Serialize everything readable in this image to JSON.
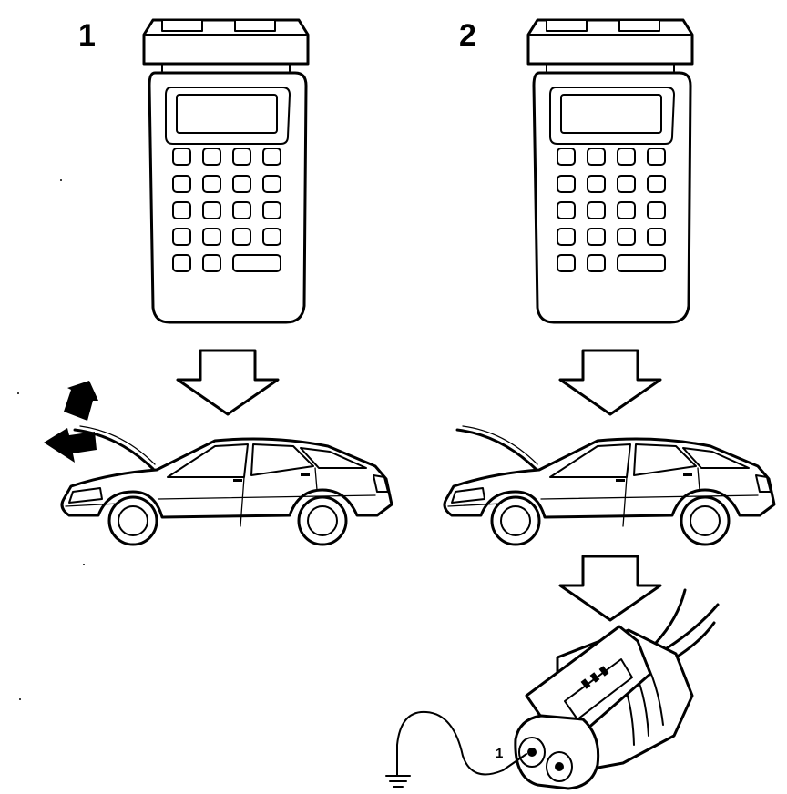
{
  "steps": [
    {
      "number": "1"
    },
    {
      "number": "2"
    }
  ],
  "connector": {
    "pin_label": "1"
  },
  "icons": [
    "diagnostic-tester-icon",
    "down-arrow-icon",
    "car-hood-open-icon",
    "hood-open-close-arrows-icon",
    "connector-plug-icon",
    "ground-symbol-icon"
  ],
  "colors": {
    "line": "#000000",
    "background": "#ffffff"
  }
}
